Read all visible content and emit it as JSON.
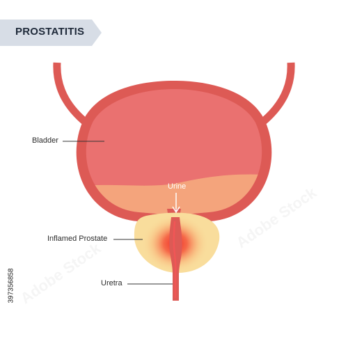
{
  "title": "PROSTATITIS",
  "labels": {
    "bladder": "Bladder",
    "urine": "Urine",
    "inflamed_prostate": "Inflamed Prostate",
    "uretra": "Uretra"
  },
  "stock_id": "397356858",
  "watermark": "Adobe Stock",
  "colors": {
    "bladder_wall": "#dd5a55",
    "bladder_inner": "#ea7170",
    "urine": "#f4a47c",
    "prostate": "#f9dd9c",
    "inflammation": "#f02a26",
    "banner": "#d7dde6",
    "title": "#1f2a3a"
  }
}
